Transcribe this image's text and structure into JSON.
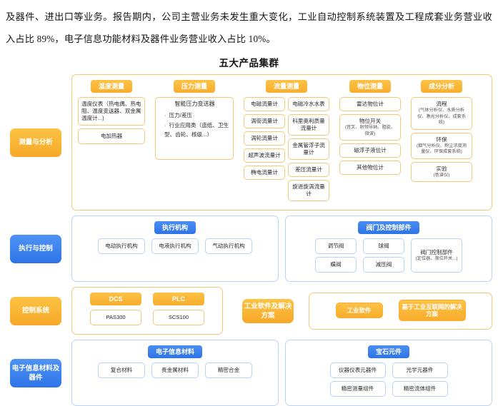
{
  "document": {
    "paragraph": "及器件、进出口等业务。报告期内，公司主营业务未发生重大变化，工业自动控制系统装置及工程成套业务营业收入占比 89%，电子信息功能材料及器件业务营业收入占比 10%。",
    "figure_title": "五大产品集群"
  },
  "colors": {
    "orange_accent": "#f8ad2d",
    "orange_border": "#f3c877",
    "blue_accent": "#2f74e8",
    "blue_border": "#b9d2f7",
    "text": "#2a2a2a"
  },
  "rows": [
    {
      "category": "测量与分析",
      "theme": "orange",
      "groups": [
        {
          "header": "温度测量",
          "items": [
            {
              "label": "温度仪表（热电偶、热电阻、温度变送器、双金属温度计...)"
            },
            {
              "label": "电加热器"
            }
          ]
        },
        {
          "header": "压力测量",
          "title": "智能压力变送器",
          "bullets": [
            "压力/差压",
            "行业应用类（造纸、卫生型、齿轮、核级...）"
          ]
        },
        {
          "header": "流量测量",
          "col_left": [
            "电磁流量计",
            "涡街流量计",
            "涡轮流量计",
            "超声波流量计",
            "椭电流量计"
          ],
          "col_right": [
            "电磁冷水水表",
            "科里奥利质量流量计",
            "金属管浮子流量计",
            "差压流量计",
            "旋进旋涡流量计"
          ]
        },
        {
          "header": "物位测量",
          "items": [
            {
              "label": "雷达物位计"
            },
            {
              "label": "物位开关",
              "sub": "(音叉、射频导纳、阻旋、微波)"
            },
            {
              "label": "磁浮子液位计"
            },
            {
              "label": "其他物位计"
            }
          ]
        },
        {
          "header": "成分分析",
          "items": [
            {
              "label": "流程",
              "sub": "(气体分析仪、水质分析仪、激光分析仪、成套系统)"
            },
            {
              "label": "环保",
              "sub": "(烟气分析仪、粉尘浓度测量仪、环保成套系统)"
            },
            {
              "label": "实验",
              "sub": "(色谱仪)"
            }
          ]
        }
      ]
    },
    {
      "category": "执行与控制",
      "theme": "blue",
      "panels": [
        {
          "header": "执行机构",
          "items": [
            "电动执行机构",
            "电液执行机构",
            "气动执行机构"
          ]
        },
        {
          "header": "阀门及控制部件",
          "grid": [
            [
              "调节阀",
              "球阀"
            ],
            [
              "蝶阀",
              "减压阀"
            ]
          ],
          "side": {
            "label": "阀门控制部件",
            "sub": "(定位器、限位开关...)"
          }
        }
      ]
    },
    {
      "category": "控制系统",
      "theme": "orange",
      "panels": [
        {
          "pairs": [
            {
              "header": "DCS",
              "item": "PAS300"
            },
            {
              "header": "PLC",
              "item": "SCS100"
            }
          ]
        }
      ],
      "second_category": "工业软件及解决方案",
      "second_panel": {
        "buttons": [
          "工业软件",
          "基于工业互联网的解决方案"
        ]
      }
    },
    {
      "category": "电子信息材料及器件",
      "theme": "blue",
      "panels": [
        {
          "header": "电子信息材料",
          "items": [
            "复合材料",
            "贵金属材料",
            "精密合金"
          ]
        },
        {
          "header": "宝石元件",
          "grid": [
            [
              "仪器仪表元器件",
              "光学元器件"
            ],
            [
              "精密测量组件",
              "精密流体组件"
            ]
          ]
        }
      ]
    }
  ]
}
